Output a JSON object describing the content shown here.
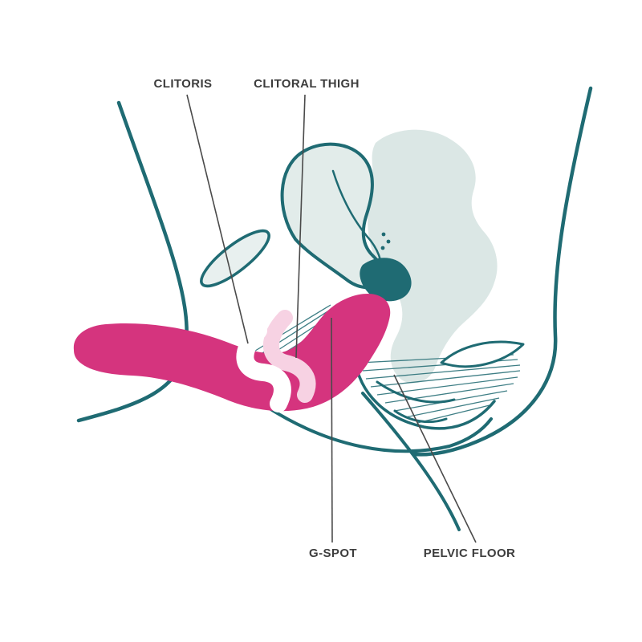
{
  "diagram": {
    "type": "anatomy-illustration",
    "labels": {
      "clitoris": "CLITORIS",
      "clitoral_thigh": "CLITORAL THIGH",
      "g_spot": "G-SPOT",
      "pelvic_floor": "PELVIC FLOOR"
    },
    "colors": {
      "outline_teal": "#1f6b73",
      "anatomy_fill": "#dbe7e5",
      "anatomy_fill_light": "#e7efee",
      "product_pink": "#d5347e",
      "highlight_pink": "#f7d2e3",
      "label_text": "#3d3d3d",
      "leader_line": "#4a4a4a",
      "background": "#ffffff"
    }
  }
}
